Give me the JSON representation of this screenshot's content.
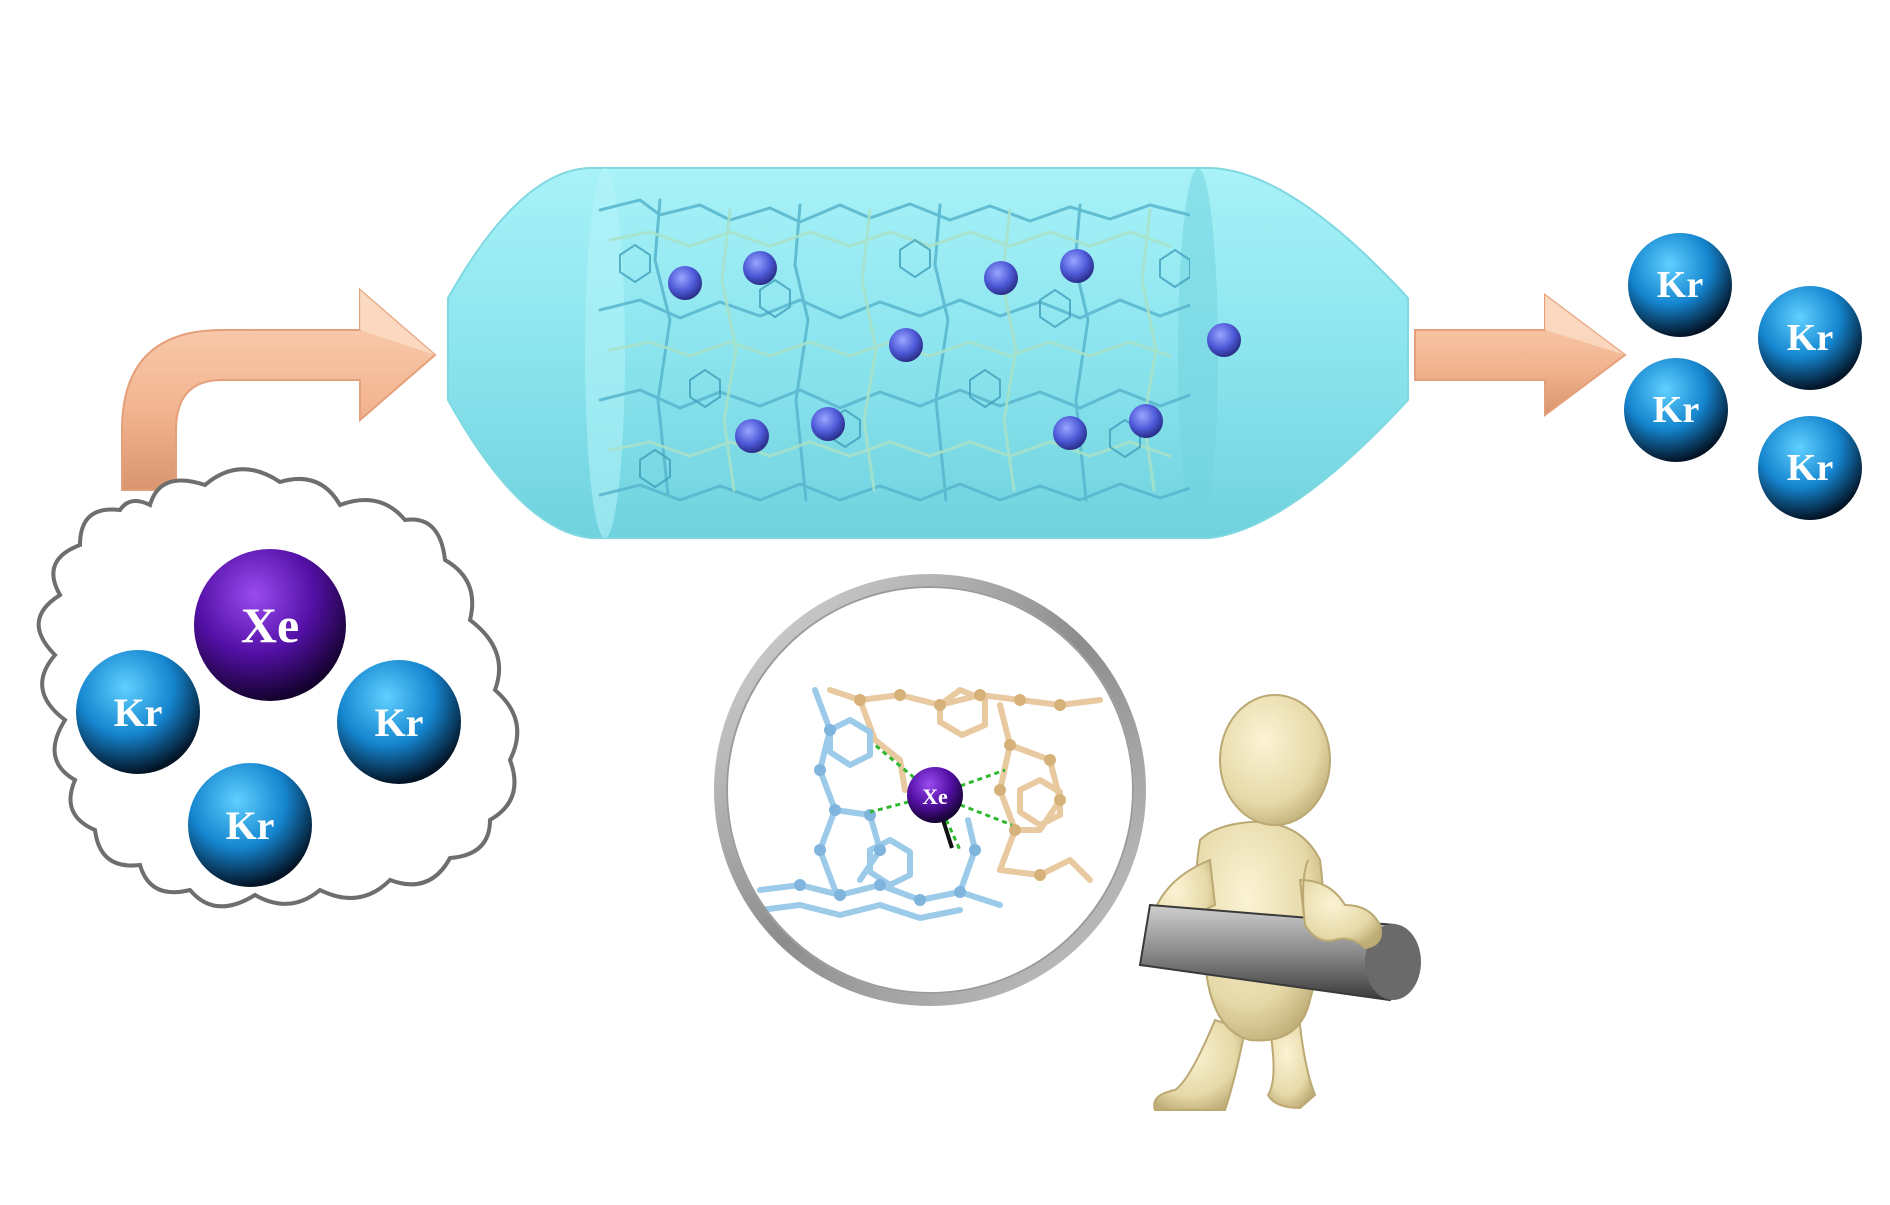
{
  "diagram": {
    "feed_mixture": {
      "atoms": [
        {
          "label": "Xe",
          "kind": "xenon"
        },
        {
          "label": "Kr",
          "kind": "krypton"
        },
        {
          "label": "Kr",
          "kind": "krypton"
        },
        {
          "label": "Kr",
          "kind": "krypton"
        }
      ]
    },
    "column": {
      "adsorbed_atom_count": 10
    },
    "output": {
      "atoms": [
        {
          "label": "Kr",
          "kind": "krypton"
        },
        {
          "label": "Kr",
          "kind": "krypton"
        },
        {
          "label": "Kr",
          "kind": "krypton"
        },
        {
          "label": "Kr",
          "kind": "krypton"
        }
      ]
    },
    "magnifier": {
      "center_atom_label": "Xe"
    },
    "colors": {
      "xenon": "#5a1aa8",
      "krypton": "#1a8fd6",
      "column": "#8ee8f0",
      "arrow": "#f2b48f",
      "framework_blue": "#7ec3e8",
      "framework_tan": "#e8c9a0",
      "figure": "#eadfb4"
    }
  }
}
